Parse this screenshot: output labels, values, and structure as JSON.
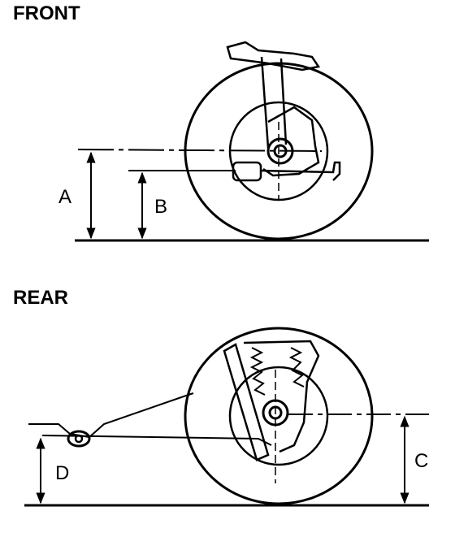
{
  "sections": {
    "front": {
      "title": "FRONT",
      "dim_outer": "A",
      "dim_inner": "B"
    },
    "rear": {
      "title": "REAR",
      "dim_right": "C",
      "dim_left": "D"
    }
  },
  "colors": {
    "ink": "#000000",
    "background": "#ffffff"
  }
}
